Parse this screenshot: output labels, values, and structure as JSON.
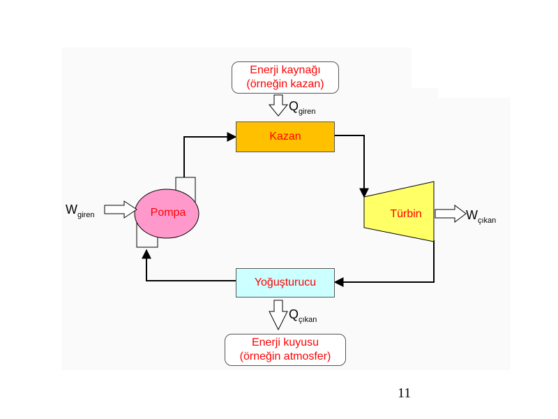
{
  "diagram": {
    "energy_source": {
      "line1": "Enerji kaynağı",
      "line2": "(örneğin kazan)"
    },
    "energy_sink": {
      "line1": "Enerji kuyusu",
      "line2": "(örneğin atmosfer)"
    },
    "components": {
      "boiler": "Kazan",
      "turbine": "Türbin",
      "condenser": "Yoğuşturucu",
      "pump": "Pompa"
    },
    "labels": {
      "q_in": {
        "main": "Q",
        "sub": "giren"
      },
      "q_out": {
        "main": "Q",
        "sub": "çıkan"
      },
      "w_in": {
        "main": "W",
        "sub": "giren"
      },
      "w_out": {
        "main": "W",
        "sub": "çıkan"
      }
    },
    "colors": {
      "component_text": "#ff0000",
      "boiler_fill": "#ffc000",
      "turbine_fill": "#ffff66",
      "condenser_fill": "#ccffff",
      "pump_fill": "#ff99cc"
    }
  },
  "page_number": "11"
}
